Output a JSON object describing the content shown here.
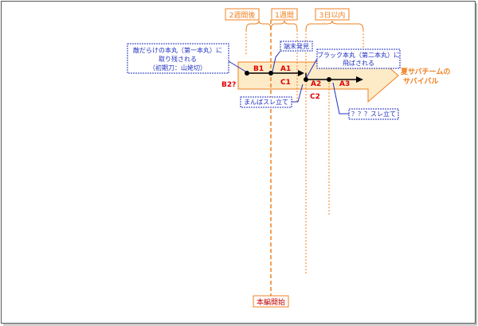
{
  "timeline": {
    "period_2weeks": "2週間後",
    "period_1week": "1週間",
    "period_3days": "3日以内",
    "start_label": "本編開始"
  },
  "nodes": {
    "b1": "B1",
    "b2": "B2?",
    "a1": "A1",
    "c1": "C1",
    "a2": "A2",
    "c2": "C2",
    "a3": "A3"
  },
  "notes": {
    "note1_line1": "敵だらけの本丸（第一本丸）に",
    "note1_line2": "取り残される",
    "note1_line3": "（初期刀：山姥切）",
    "note2": "端末発見",
    "note3_line1": "ブラック本丸（第二本丸）に",
    "note3_line2": "飛ばされる",
    "note4": "まんばスレ立て",
    "note5": "？？？スレ立て"
  },
  "outcome": {
    "line1": "夏サバチームの",
    "line2": "サバイバル"
  },
  "colors": {
    "orange": "#F08020",
    "red": "#E00000",
    "blue": "#2030C0",
    "arrow_fill": "#FDEBC8"
  }
}
